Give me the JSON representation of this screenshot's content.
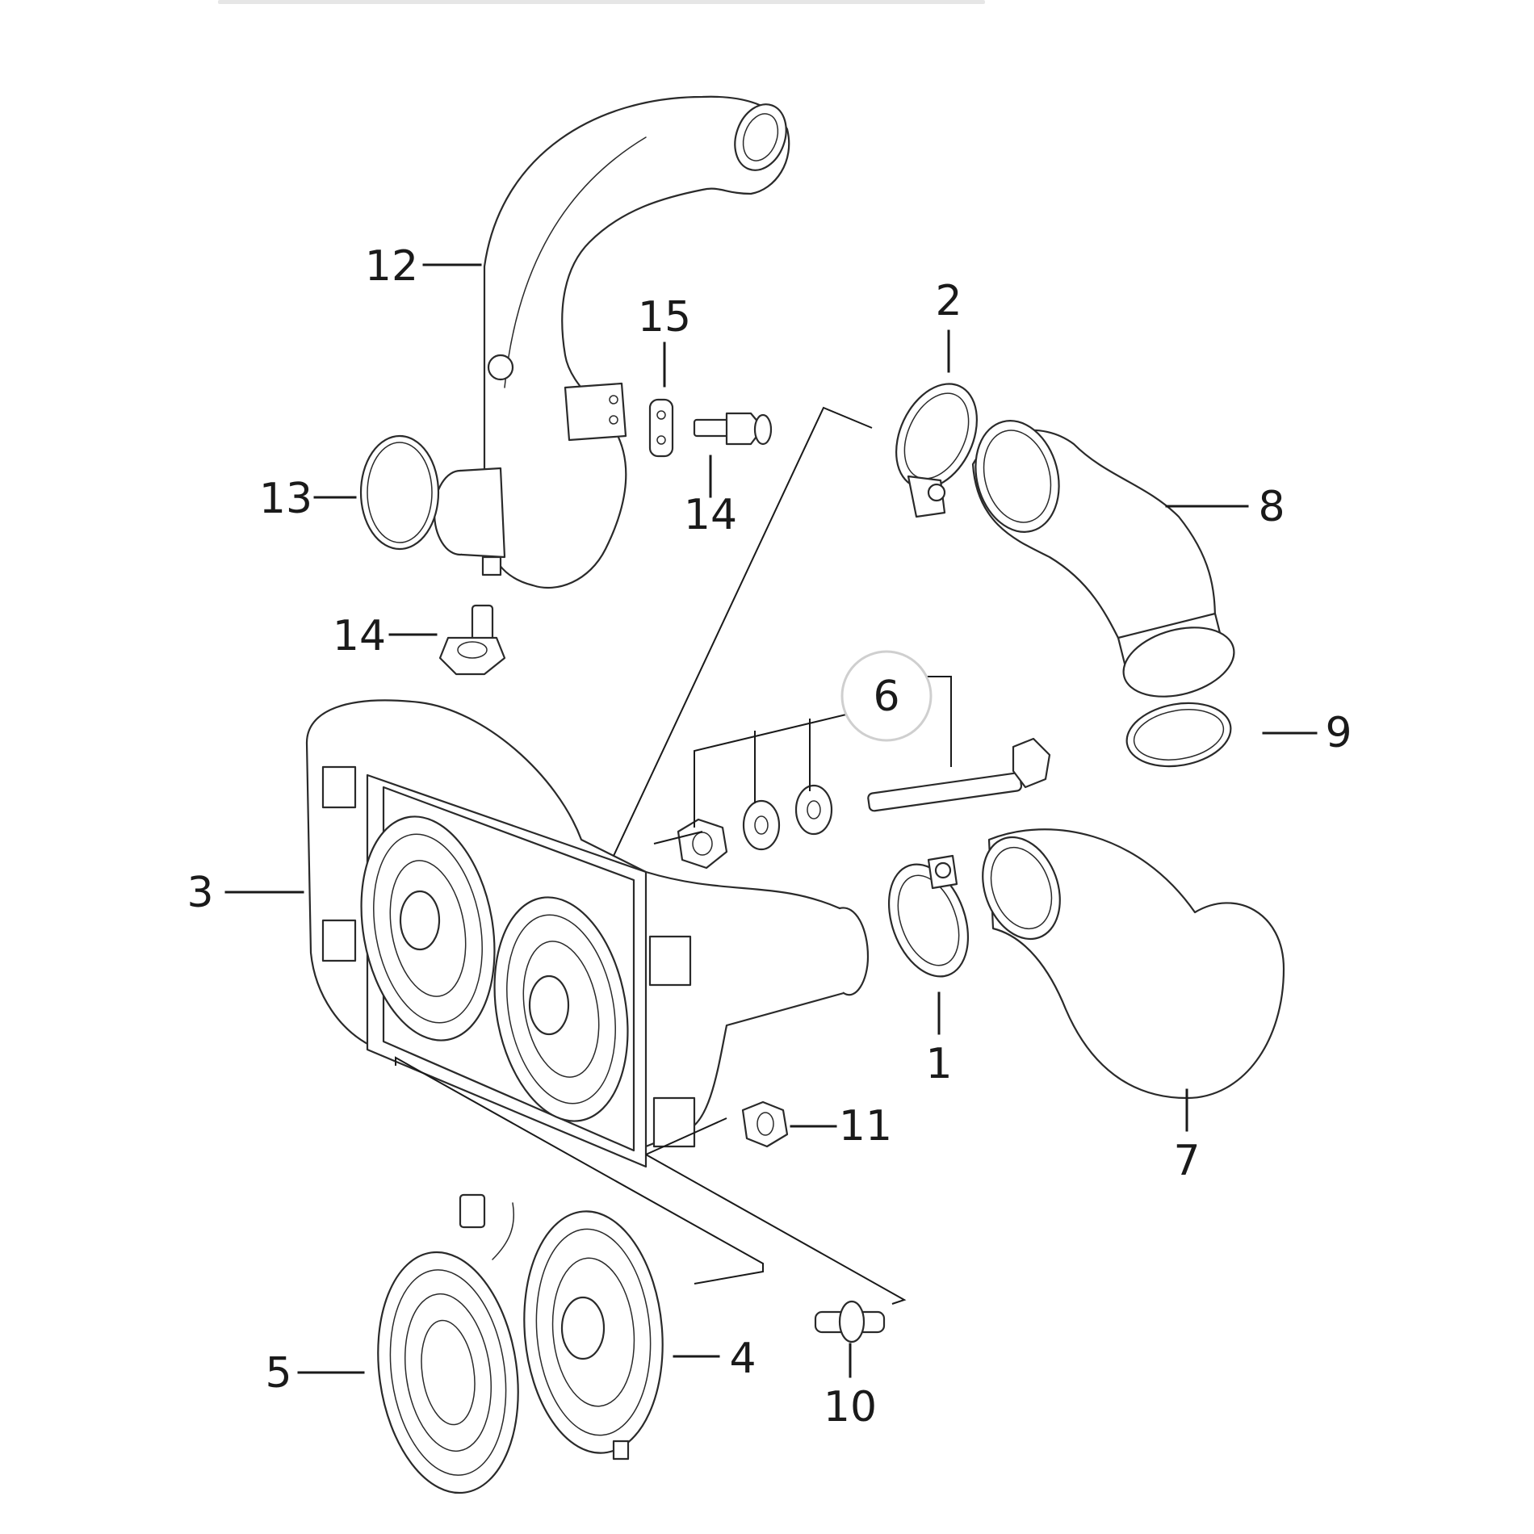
{
  "callouts": [
    {
      "id": "1",
      "label": "1"
    },
    {
      "id": "2",
      "label": "2"
    },
    {
      "id": "3",
      "label": "3"
    },
    {
      "id": "4",
      "label": "4"
    },
    {
      "id": "5",
      "label": "5"
    },
    {
      "id": "6",
      "label": "6"
    },
    {
      "id": "7",
      "label": "7"
    },
    {
      "id": "8",
      "label": "8"
    },
    {
      "id": "9",
      "label": "9"
    },
    {
      "id": "10",
      "label": "10"
    },
    {
      "id": "11",
      "label": "11"
    },
    {
      "id": "12",
      "label": "12"
    },
    {
      "id": "13a",
      "label": "13"
    },
    {
      "id": "14a",
      "label": "14"
    },
    {
      "id": "14b",
      "label": "14"
    },
    {
      "id": "15",
      "label": "15"
    }
  ],
  "colors": {
    "line": "#2a2a2a",
    "text": "#1a1a1a",
    "background": "#ffffff"
  }
}
